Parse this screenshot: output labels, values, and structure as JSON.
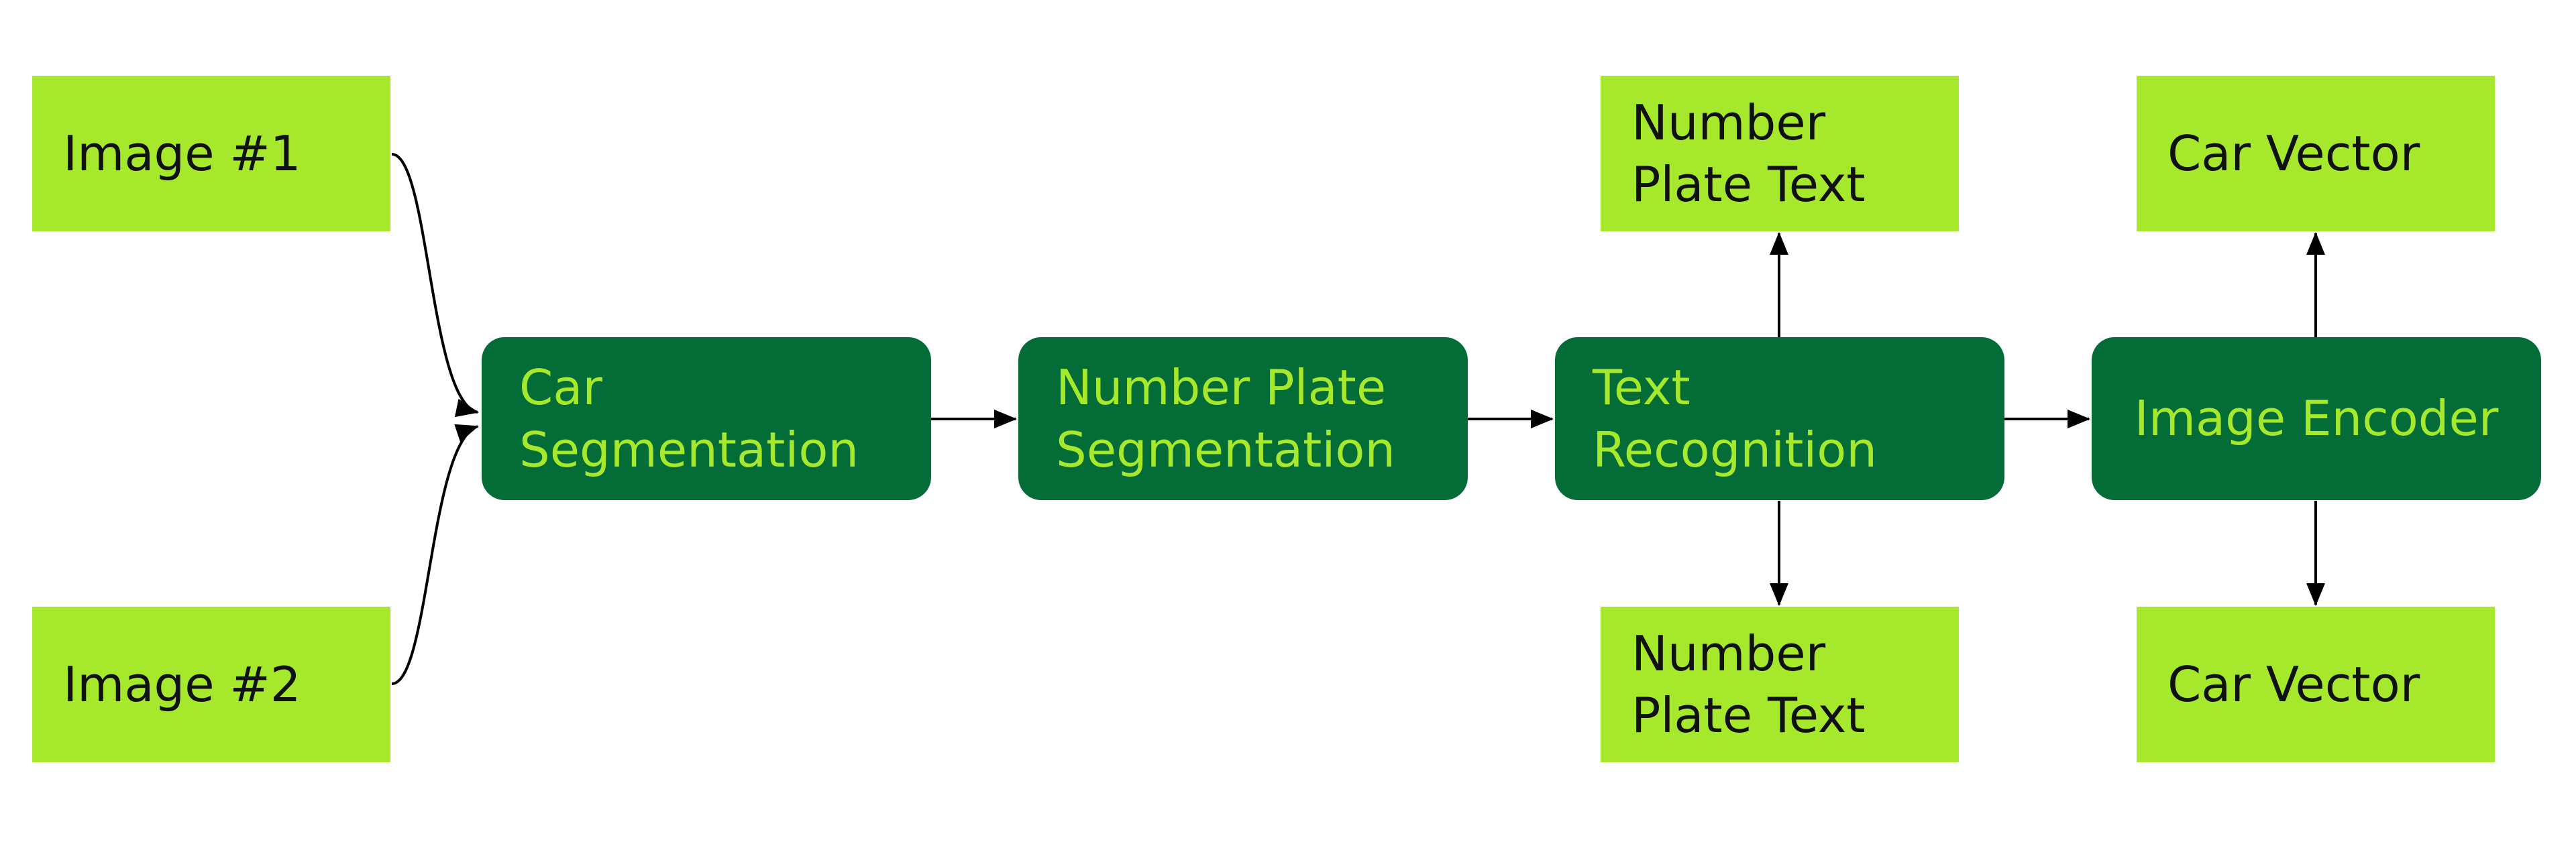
{
  "colors": {
    "io_fill": "#a6e92c",
    "io_text": "#111111",
    "stage_fill": "#036c37",
    "stage_text": "#a6e92c",
    "arrow": "#000000"
  },
  "inputs": [
    {
      "label": "Image #1"
    },
    {
      "label": "Image #2"
    }
  ],
  "stages": [
    {
      "label": "Car\nSegmentation"
    },
    {
      "label": "Number Plate\nSegmentation"
    },
    {
      "label": "Text\nRecognition"
    },
    {
      "label": "Image Encoder"
    }
  ],
  "outputs": [
    {
      "label": "Number\nPlate Text"
    },
    {
      "label": "Number\nPlate Text"
    },
    {
      "label": "Car Vector"
    },
    {
      "label": "Car Vector"
    }
  ]
}
